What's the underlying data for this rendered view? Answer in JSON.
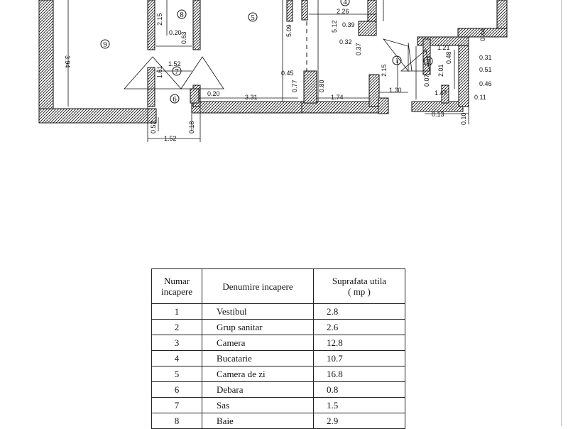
{
  "rooms_on_plan": [
    "9",
    "8",
    "5",
    "4",
    "7",
    "6",
    "1",
    "2"
  ],
  "dimensions": [
    "3.94",
    "2.15",
    "0.20",
    "0.63",
    "1.52",
    "1.61",
    "0.20",
    "3.31",
    "0.45",
    "0.77",
    "0.80",
    "1.74",
    "5.09",
    "5.12",
    "2.26",
    "0.39",
    "0.32",
    "0.37",
    "2.15",
    "1.30",
    "0.52",
    "0.18",
    "1.52",
    "1.21",
    "0.44",
    "2.01",
    "0.48",
    "0.31",
    "0.51",
    "0.46",
    "0.07",
    "1.47",
    "0.11",
    "0.13",
    "0.10"
  ],
  "table": {
    "headers": [
      "Numar\nincapere",
      "Denumire incapere",
      "Suprafata utila\n( mp )"
    ],
    "rows": [
      {
        "nr": "1",
        "name": "Vestibul",
        "area": "2.8"
      },
      {
        "nr": "2",
        "name": "Grup sanitar",
        "area": "2.6"
      },
      {
        "nr": "3",
        "name": "Camera",
        "area": "12.8"
      },
      {
        "nr": "4",
        "name": "Bucatarie",
        "area": "10.7"
      },
      {
        "nr": "5",
        "name": "Camera de zi",
        "area": "16.8"
      },
      {
        "nr": "6",
        "name": "Debara",
        "area": "0.8"
      },
      {
        "nr": "7",
        "name": "Sas",
        "area": "1.5"
      },
      {
        "nr": "8",
        "name": "Baie",
        "area": "2.9"
      }
    ]
  }
}
